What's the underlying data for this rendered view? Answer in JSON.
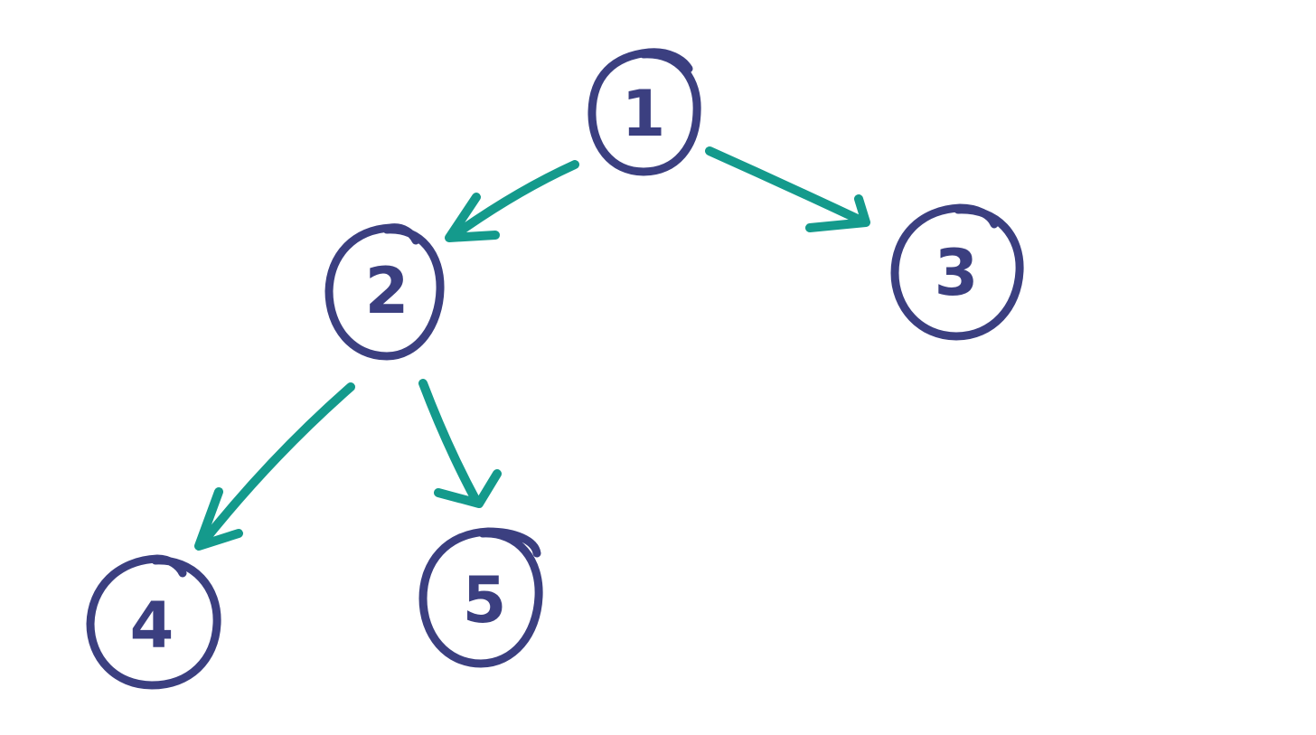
{
  "colors": {
    "node": "#3b3f80",
    "edge": "#149a8c",
    "background": "#ffffff"
  },
  "tree": {
    "nodes": [
      {
        "id": "1",
        "label": "1"
      },
      {
        "id": "2",
        "label": "2"
      },
      {
        "id": "3",
        "label": "3"
      },
      {
        "id": "4",
        "label": "4"
      },
      {
        "id": "5",
        "label": "5"
      }
    ],
    "edges": [
      {
        "from": "1",
        "to": "2"
      },
      {
        "from": "1",
        "to": "3"
      },
      {
        "from": "2",
        "to": "4"
      },
      {
        "from": "2",
        "to": "5"
      }
    ]
  }
}
